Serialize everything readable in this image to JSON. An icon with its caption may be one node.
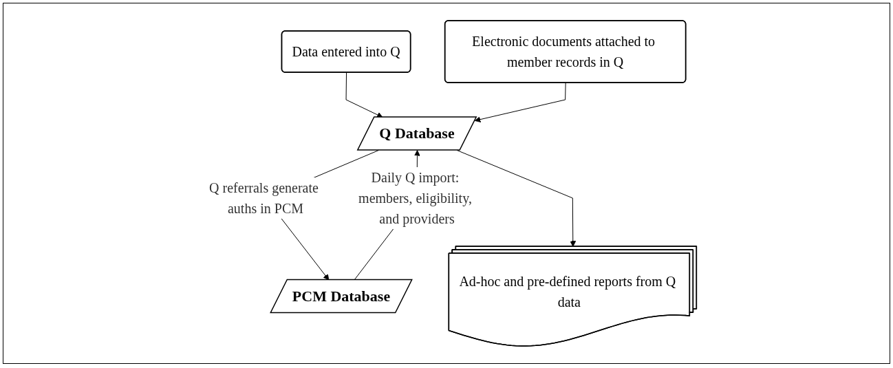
{
  "diagram": {
    "nodes": [
      {
        "text": [
          "Data entered into Q"
        ]
      },
      {
        "text": [
          "Electronic documents attached to member records in Q"
        ]
      },
      {
        "text": [
          "Q Database"
        ]
      },
      {
        "text": [
          "PCM Database"
        ]
      },
      {
        "text": [
          "Ad-hoc and pre-defined reports from Q data"
        ]
      }
    ],
    "edges": [
      {
        "from": 0,
        "to": 2,
        "arrow": "to"
      },
      {
        "from": 1,
        "to": 2,
        "arrow": "to"
      },
      {
        "from": 3,
        "to": 2,
        "label": "Daily Q import: members, eligibility, and providers",
        "arrow": "to"
      },
      {
        "from": 2,
        "to": 3,
        "label": "Q referrals generate auths in PCM",
        "arrow": "to"
      },
      {
        "from": 2,
        "to": 4,
        "arrow": "to"
      }
    ]
  }
}
